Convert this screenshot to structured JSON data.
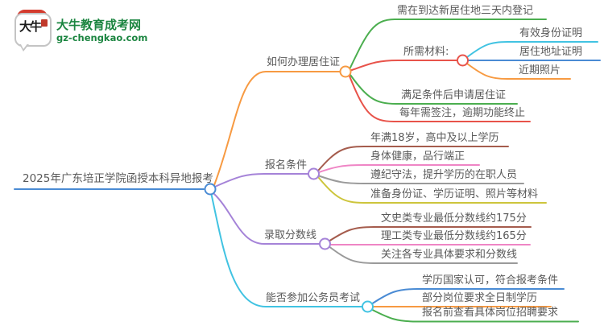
{
  "logo": {
    "bubble_chars": "大牛",
    "title": "大牛教育成考网",
    "domain": "gz-chengkao.com"
  },
  "colors": {
    "blue": "#4a8bd4",
    "orange": "#f79a42",
    "green": "#4bae4f",
    "red": "#e8534a",
    "cyan": "#41c3e2",
    "purple": "#a583d8",
    "brown": "#a55c4d",
    "pink": "#ef85c5",
    "gray": "#9a9a9a",
    "yellow": "#cdc53c",
    "text": "#595959",
    "logo_green": "#1b8540"
  },
  "mindmap": {
    "root": {
      "label": "2025年广东培正学院函授本科异地报考"
    },
    "branches": [
      {
        "label": "如何办理居住证",
        "children": [
          {
            "label": "需在到达新居住地三天内登记"
          },
          {
            "label": "所需材料:",
            "children": [
              {
                "label": "有效身份证明"
              },
              {
                "label": "居住地址证明"
              },
              {
                "label": "近期照片"
              }
            ]
          },
          {
            "label": "满足条件后申请居住证"
          },
          {
            "label": "每年需签注，逾期功能终止"
          }
        ]
      },
      {
        "label": "报名条件",
        "children": [
          {
            "label": "年满18岁，高中及以上学历"
          },
          {
            "label": "身体健康，品行端正"
          },
          {
            "label": "遵纪守法，提升学历的在职人员"
          },
          {
            "label": "准备身份证、学历证明、照片等材料"
          }
        ]
      },
      {
        "label": "录取分数线",
        "children": [
          {
            "label": "文史类专业最低分数线约175分"
          },
          {
            "label": "理工类专业最低分数线约165分"
          },
          {
            "label": "关注各专业具体要求和分数线"
          }
        ]
      },
      {
        "label": "能否参加公务员考试",
        "children": [
          {
            "label": "学历国家认可，符合报考条件"
          },
          {
            "label": "部分岗位要求全日制学历"
          },
          {
            "label": "报名前查看具体岗位招聘要求"
          }
        ]
      }
    ]
  }
}
